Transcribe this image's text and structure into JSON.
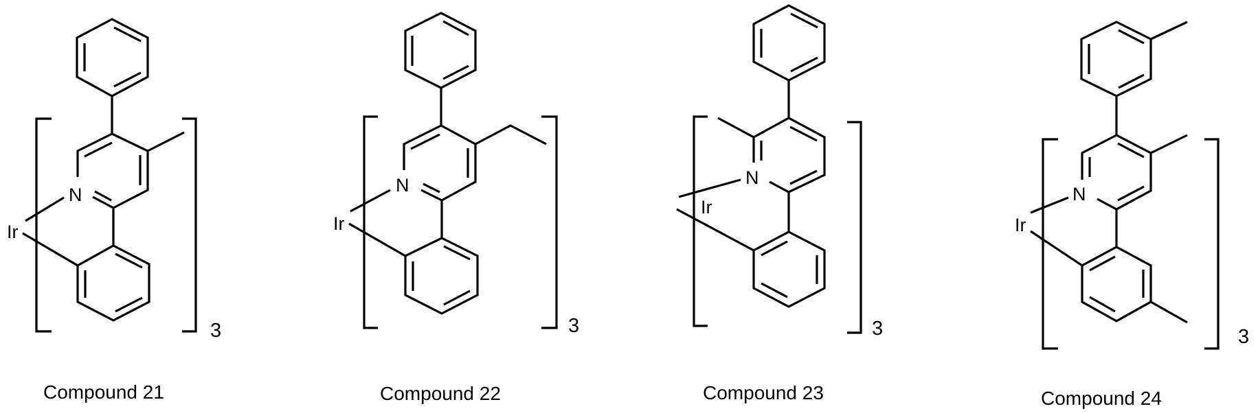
{
  "figure": {
    "background": "#ffffff",
    "ink": "#000000",
    "compounds": [
      {
        "id": "21",
        "label": "Compound 21",
        "metal": "Ir",
        "nitrogen": "N",
        "multiplicity": "3",
        "ligand_substituents": [
          "phenyl at pyridine C5",
          "methyl at pyridine C4"
        ]
      },
      {
        "id": "22",
        "label": "Compound 22",
        "metal": "Ir",
        "nitrogen": "N",
        "multiplicity": "3",
        "ligand_substituents": [
          "phenyl at pyridine C5",
          "ethyl at pyridine C4"
        ]
      },
      {
        "id": "23",
        "label": "Compound 23",
        "metal": "Ir",
        "nitrogen": "N",
        "multiplicity": "3",
        "ligand_substituents": [
          "phenyl at pyridine C3",
          "methyl at pyridine C2 (adjacent to N)"
        ]
      },
      {
        "id": "24",
        "label": "Compound 24",
        "metal": "Ir",
        "nitrogen": "N",
        "multiplicity": "3",
        "ligand_substituents": [
          "3-methylphenyl at pyridine C5",
          "methyl at pyridine C4",
          "methyl on cyclometalated phenyl ring"
        ]
      }
    ]
  }
}
